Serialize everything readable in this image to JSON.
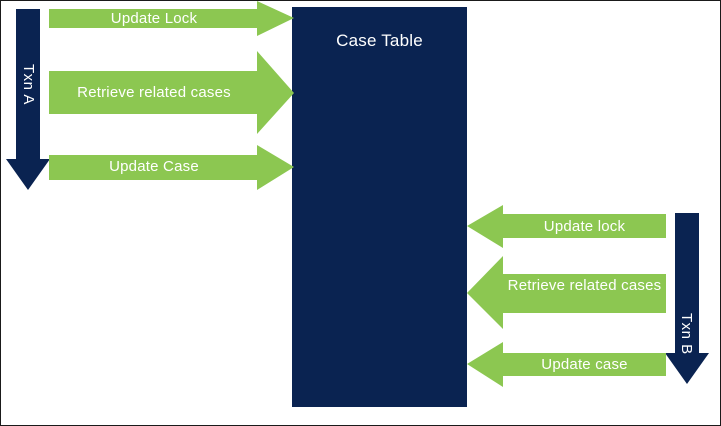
{
  "diagram": {
    "title_block": {
      "label": "Case Table",
      "color": "#0a2351"
    },
    "transactions": [
      {
        "name": "txn-a",
        "label": "Txn A",
        "color": "#0a2351",
        "direction": "down",
        "side": "left"
      },
      {
        "name": "txn-b",
        "label": "Txn B",
        "color": "#0a2351",
        "direction": "down",
        "side": "right"
      }
    ],
    "left_messages": [
      {
        "label": "Update Lock",
        "direction": "right",
        "color": "#8cc751"
      },
      {
        "label": "Retrieve related cases",
        "direction": "right",
        "color": "#8cc751"
      },
      {
        "label": "Update Case",
        "direction": "right",
        "color": "#8cc751"
      }
    ],
    "right_messages": [
      {
        "label": "Update lock",
        "direction": "left",
        "color": "#8cc751"
      },
      {
        "label": "Retrieve related cases",
        "direction": "left",
        "color": "#8cc751"
      },
      {
        "label": "Update case",
        "direction": "left",
        "color": "#8cc751"
      }
    ],
    "colors": {
      "navy": "#0a2351",
      "green": "#8cc751",
      "background": "#ffffff",
      "border": "#1a1a1a",
      "text_on_fill": "#ffffff"
    }
  }
}
